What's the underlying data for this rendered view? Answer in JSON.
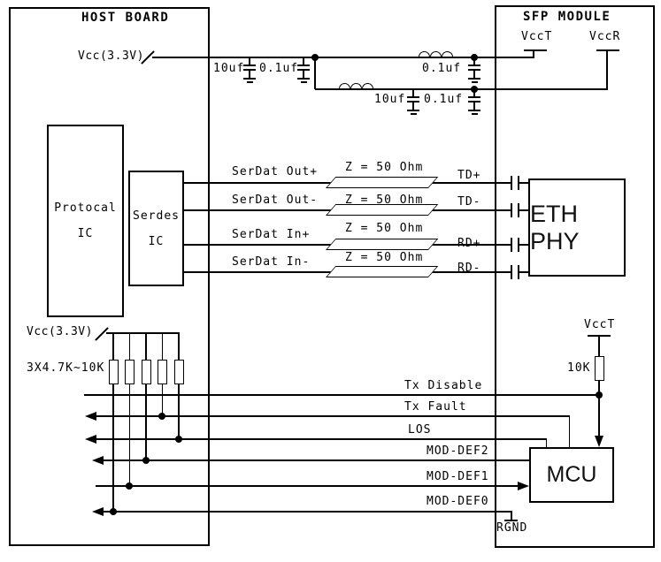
{
  "host_board": {
    "title": "HOST BOARD",
    "vcc_top_label": "Vcc(3.3V)",
    "vcc_bottom_label": "Vcc(3.3V)",
    "pullup_bank_label": "3X4.7K~10K",
    "protocol_ic_line1": "Protocal",
    "protocol_ic_line2": "IC",
    "serdes_ic_line1": "Serdes",
    "serdes_ic_line2": "IC"
  },
  "sfp_module": {
    "title": "SFP MODULE",
    "vcct_pin": "VccT",
    "vccr_pin": "VccR",
    "eth_phy": "ETH PHY",
    "mcu": "MCU",
    "mcu_pullup_rail": "VccT",
    "mcu_pullup_value": "10K",
    "rgnd": "RGND"
  },
  "power_filter": {
    "host_cap_bulk": "10uf",
    "host_cap_bypass": "0.1uf",
    "tx_rail_cap": "0.1uf",
    "rx_rail_cap_bulk": "10uf",
    "rx_rail_cap_bypass": "0.1uf"
  },
  "diff_pairs": [
    {
      "host_signal": "SerDat Out+",
      "impedance": "Z = 50 Ohm",
      "module_pin": "TD+"
    },
    {
      "host_signal": "SerDat Out-",
      "impedance": "Z = 50 Ohm",
      "module_pin": "TD-"
    },
    {
      "host_signal": "SerDat In+",
      "impedance": "Z = 50 Ohm",
      "module_pin": "RD+"
    },
    {
      "host_signal": "SerDat In-",
      "impedance": "Z = 50 Ohm",
      "module_pin": "RD-"
    }
  ],
  "control_signals": [
    "Tx Disable",
    "Tx Fault",
    "LOS",
    "MOD-DEF2",
    "MOD-DEF1",
    "MOD-DEF0"
  ]
}
